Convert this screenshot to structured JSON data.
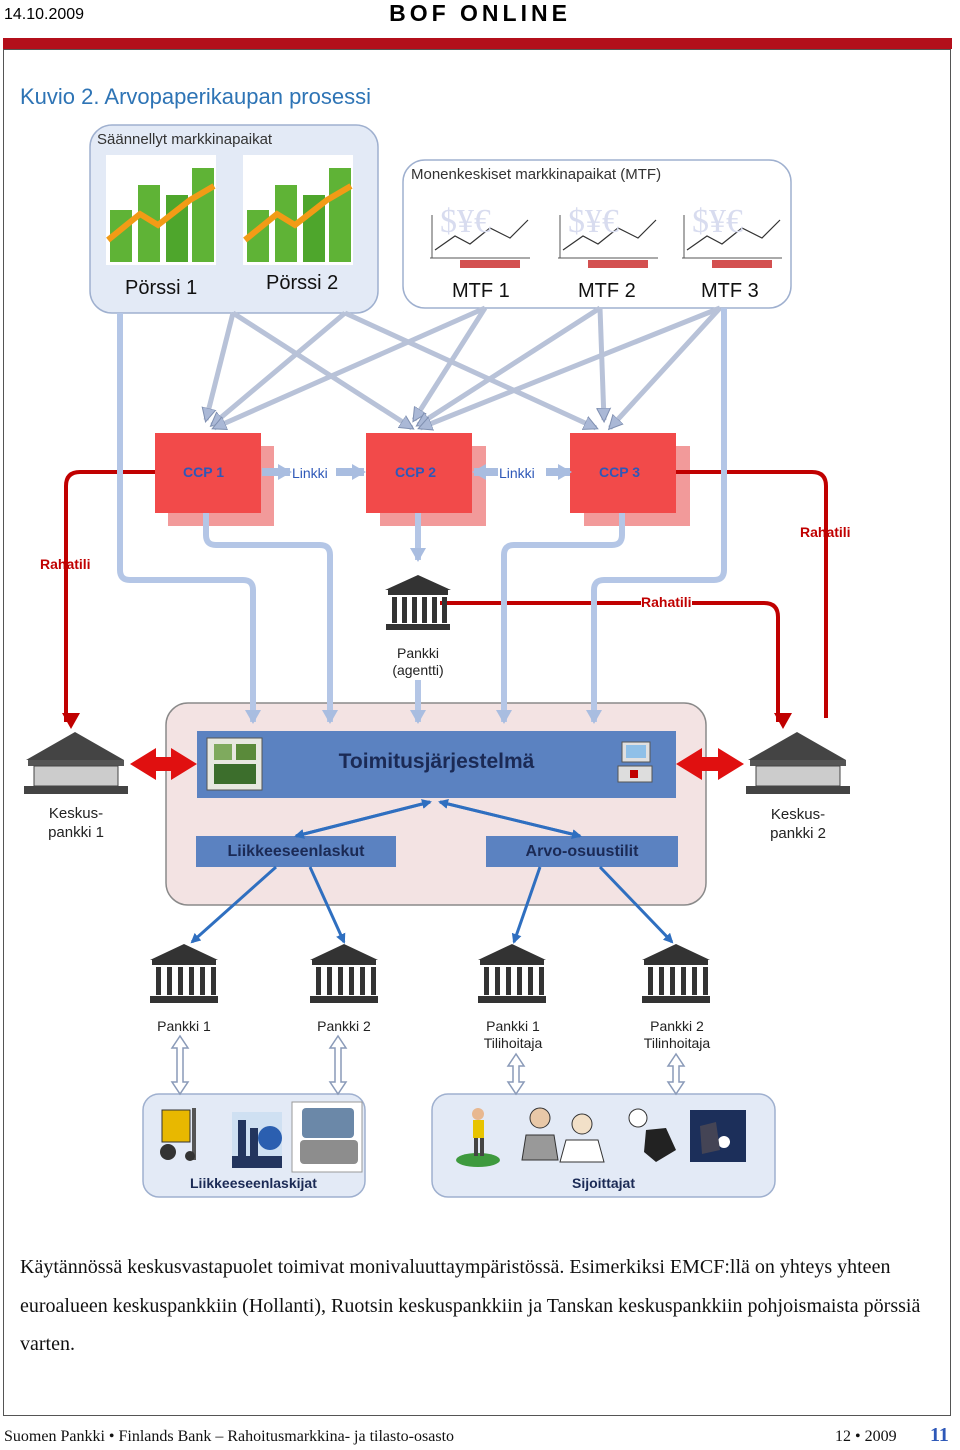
{
  "header": {
    "date": "14.10.2009",
    "title": "BOF ONLINE"
  },
  "figure": {
    "title": "Kuvio 2. Arvopaperikaupan prosessi",
    "regulated_group": "Säännellyt markkinapaikat",
    "mtf_group": "Monenkeskiset markkinapaikat (MTF)",
    "exchanges": [
      "Pörssi 1",
      "Pörssi 2"
    ],
    "mtfs": [
      "MTF 1",
      "MTF 2",
      "MTF 3"
    ],
    "ccps": [
      "CCP 1",
      "CCP 2",
      "CCP 3"
    ],
    "link_label": "Linkki",
    "cash_account": "Rahatili",
    "agent_bank": [
      "Pankki",
      "(agentti)"
    ],
    "central_bank_1": [
      "Keskus-",
      "pankki 1"
    ],
    "central_bank_2": [
      "Keskus-",
      "pankki 2"
    ],
    "settlement_system": "Toimitusjärjestelmä",
    "clearing_accounts": "Liikkeeseenlaskut",
    "securities_accounts": "Arvo-osuustilit",
    "banks": [
      [
        "Pankki 1"
      ],
      [
        "Pankki 2"
      ],
      [
        "Pankki 1",
        "Tilihoitaja"
      ],
      [
        "Pankki 2",
        "Tilinhoitaja"
      ]
    ],
    "issuers": "Liikkeeseenlaskijat",
    "investors": "Sijoittajat",
    "currency_symbols": "$¥€",
    "colors": {
      "accent_red": "#c00000",
      "header_bar": "#b30f1b",
      "title_blue": "#2e74b5",
      "ccp_red": "#f04040",
      "arrow_blue": "#2f6fc0"
    }
  },
  "body_text": "Käytännössä keskusvastapuolet toimivat monivaluuttaympäristössä. Esimerkiksi EMCF:llä on yhteys yhteen euroalueen keskuspankkiin (Hollanti), Ruotsin keskuspankkiin ja Tanskan keskuspankkiin pohjoismaista pörssiä varten.",
  "footer": {
    "left": "Suomen Pankki • Finlands Bank – Rahoitusmarkkina- ja tilasto-osasto",
    "right": "12 • 2009",
    "page": "11"
  }
}
